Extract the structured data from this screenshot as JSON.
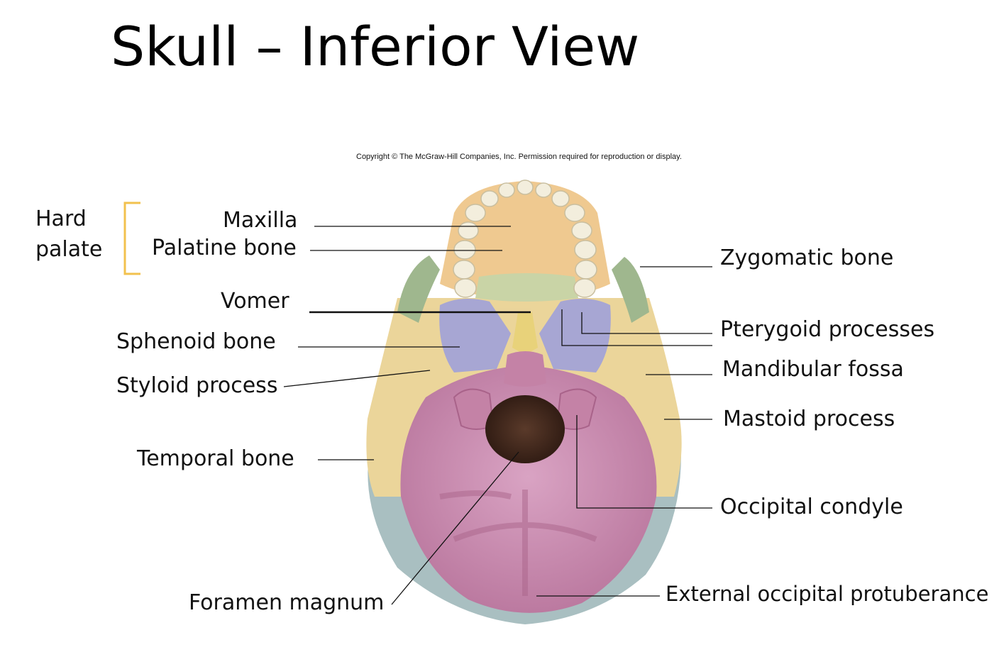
{
  "slide": {
    "title": "Skull – Inferior View",
    "copyright": "Copyright © The McGraw-Hill Companies, Inc. Permission required for reproduction or display."
  },
  "group": {
    "line1": "Hard",
    "line2": "palate",
    "bracket_color": "#F2C14E"
  },
  "labels": {
    "maxilla": "Maxilla",
    "palatine": "Palatine bone",
    "vomer": "Vomer",
    "sphenoid": "Sphenoid bone",
    "styloid": "Styloid process",
    "temporal": "Temporal bone",
    "foramen": "Foramen magnum",
    "zygomatic": "Zygomatic bone",
    "pterygoid": "Pterygoid processes",
    "mandibular": "Mandibular fossa",
    "mastoid": "Mastoid process",
    "condyle": "Occipital condyle",
    "protuberance": "External occipital protuberance"
  },
  "colors": {
    "occipital": "#C98AAE",
    "temporal": "#EBD59A",
    "maxilla": "#EFC990",
    "palatine": "#C9D4A6",
    "sphenoid": "#A7A6D3",
    "zygomatic": "#9FB78E",
    "parietal": "#A9BFC1",
    "teeth": "#F3EEDD"
  }
}
